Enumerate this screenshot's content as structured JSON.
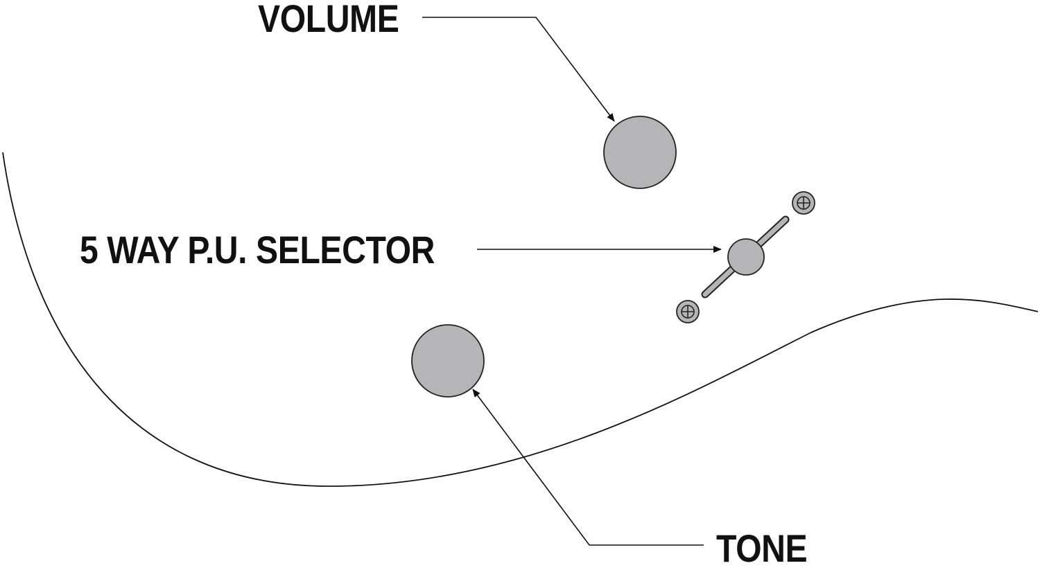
{
  "labels": {
    "volume": "VOLUME",
    "selector": "5 WAY P.U. SELECTOR",
    "tone": "TONE"
  },
  "colors": {
    "knob_fill": "#b5b5b8",
    "outline": "#111111",
    "background": "#ffffff"
  }
}
